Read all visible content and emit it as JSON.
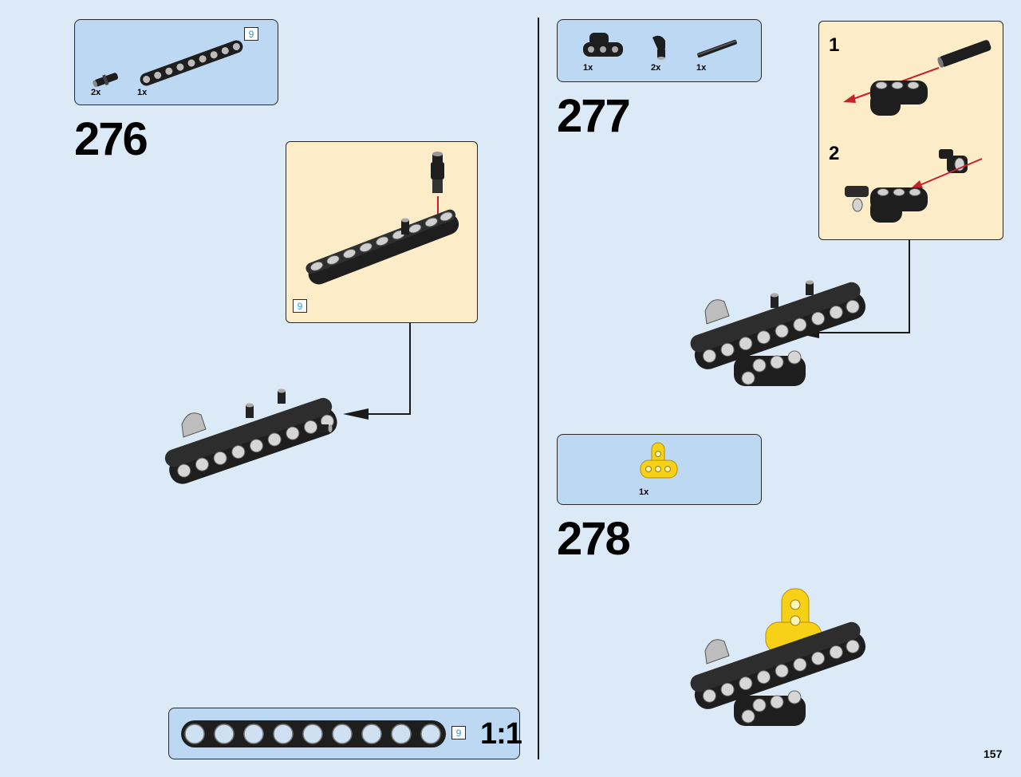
{
  "page": {
    "number": "157"
  },
  "step276": {
    "number": "276",
    "parts": [
      {
        "name": "pin-icon",
        "qty": "2x"
      },
      {
        "name": "beam-9-icon",
        "qty": "1x",
        "length_badge": "9"
      }
    ],
    "callout_badge": "9"
  },
  "step277": {
    "number": "277",
    "parts": [
      {
        "name": "beam-3-block-icon",
        "qty": "1x"
      },
      {
        "name": "angle-connector-icon",
        "qty": "2x"
      },
      {
        "name": "axle-icon",
        "qty": "1x"
      }
    ],
    "substeps": [
      {
        "label": "1"
      },
      {
        "label": "2"
      }
    ]
  },
  "step278": {
    "number": "278",
    "parts": [
      {
        "name": "yellow-t-beam-icon",
        "qty": "1x"
      }
    ]
  },
  "scale_ruler": {
    "length_badge": "9",
    "scale_label": "1:1"
  },
  "colors": {
    "page_bg": "#dce9f7",
    "parts_box_bg": "#bcd8f3",
    "callout_bg": "#fdecc8",
    "part_black": "#1e1e1e",
    "part_yellow": "#f7d117",
    "arrow_red": "#c8202a",
    "badge_blue": "#2f9bd6"
  }
}
